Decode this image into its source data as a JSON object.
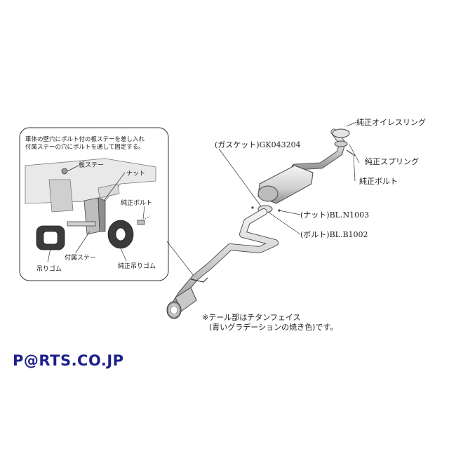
{
  "inset": {
    "note_line1": "車体の壁穴にボルト付の板ステーを差し入れ",
    "note_line2": "付属ステーの穴にボルトを通して固定する。",
    "labels": {
      "plate_stay": "板ステー",
      "nut": "ナット",
      "oem_bolt": "純正ボルト",
      "included_stay": "付属ステー",
      "hanger_rubber": "吊りゴム",
      "oem_hanger_rubber": "純正吊りゴム"
    }
  },
  "callouts": {
    "gasket": "(ガスケット)GK043204",
    "oem_o_ring": "純正オイレスリング",
    "oem_spring": "純正スプリング",
    "oem_bolt": "純正ボルト",
    "nut": "(ナット)BL.N1003",
    "bolt": "(ボルト)BL.B1002"
  },
  "note": {
    "line1": "※テール部はチタンフェイス",
    "line2": "(青いグラデーションの焼き色)です。"
  },
  "logo": {
    "text": "P@RTS.CO.JP",
    "color": "#1c1f8c"
  }
}
